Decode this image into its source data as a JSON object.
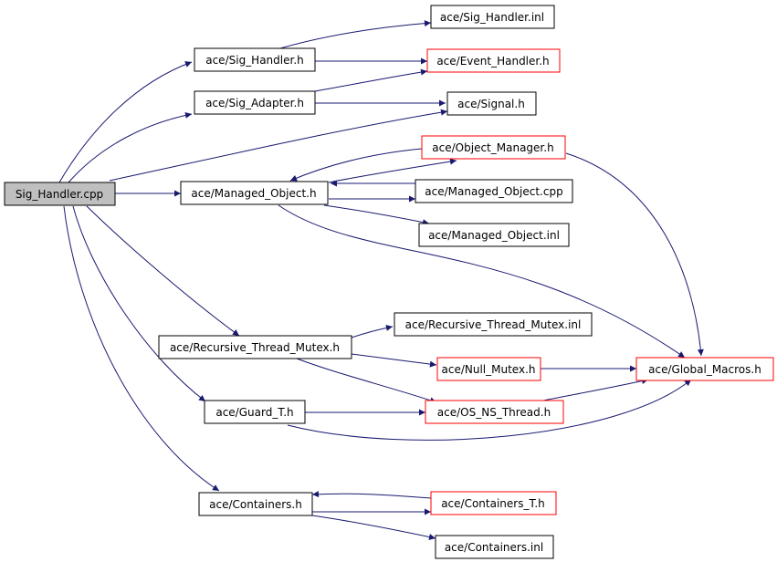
{
  "colors": {
    "edge": "#191970",
    "node_border": "#000000",
    "node_border_incomplete": "#ff0000",
    "root_fill": "#bfbfbf"
  },
  "nodes": {
    "root": "Sig_Handler.cpp",
    "sig_handler_inl": "ace/Sig_Handler.inl",
    "sig_handler_h": "ace/Sig_Handler.h",
    "event_handler_h": "ace/Event_Handler.h",
    "sig_adapter_h": "ace/Sig_Adapter.h",
    "signal_h": "ace/Signal.h",
    "object_manager_h": "ace/Object_Manager.h",
    "managed_object_h": "ace/Managed_Object.h",
    "managed_object_cpp": "ace/Managed_Object.cpp",
    "managed_object_inl": "ace/Managed_Object.inl",
    "rtm_inl": "ace/Recursive_Thread_Mutex.inl",
    "rtm_h": "ace/Recursive_Thread_Mutex.h",
    "null_mutex_h": "ace/Null_Mutex.h",
    "global_macros_h": "ace/Global_Macros.h",
    "guard_t_h": "ace/Guard_T.h",
    "os_ns_thread_h": "ace/OS_NS_Thread.h",
    "containers_h": "ace/Containers.h",
    "containers_t_h": "ace/Containers_T.h",
    "containers_inl": "ace/Containers.inl"
  }
}
